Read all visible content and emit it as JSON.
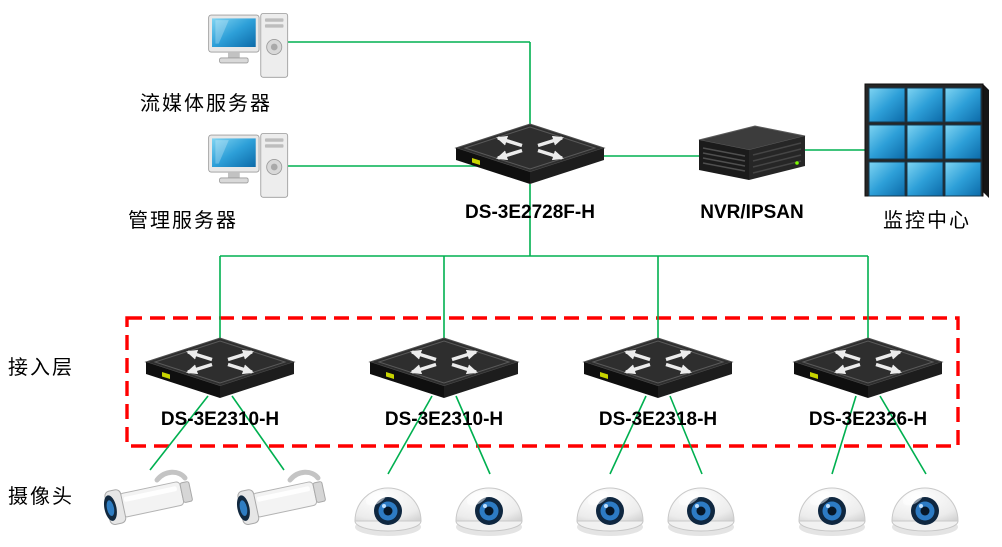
{
  "colors": {
    "line_green": "#00B050",
    "dashed_red": "#FF0000",
    "screen_blue": "#2D9FD8"
  },
  "diagram": {
    "servers": [
      {
        "label": "流媒体服务器"
      },
      {
        "label": "管理服务器"
      }
    ],
    "core_switch": {
      "label": "DS-3E2728F-H"
    },
    "nvr": {
      "label": "NVR/IPSAN"
    },
    "monitoring_center": {
      "label": "监控中心"
    },
    "access_layer": {
      "label": "接入层",
      "switches": [
        {
          "label": "DS-3E2310-H"
        },
        {
          "label": "DS-3E2310-H"
        },
        {
          "label": "DS-3E2318-H"
        },
        {
          "label": "DS-3E2326-H"
        }
      ]
    },
    "cameras": {
      "label": "摄像头",
      "items": [
        {
          "type": "bullet"
        },
        {
          "type": "bullet"
        },
        {
          "type": "dome"
        },
        {
          "type": "dome"
        },
        {
          "type": "dome"
        },
        {
          "type": "dome"
        },
        {
          "type": "dome"
        },
        {
          "type": "dome"
        }
      ]
    }
  }
}
